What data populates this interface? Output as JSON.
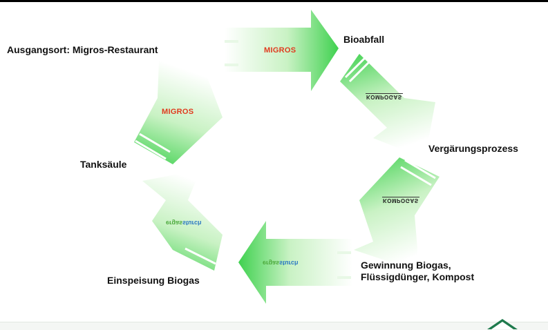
{
  "nodes": {
    "start": "Ausgangsort: Migros-Restaurant",
    "bioabfall": "Bioabfall",
    "vergaerung": "Vergärungsprozess",
    "gewinnung_1": "Gewinnung Biogas,",
    "gewinnung_2": "Flüssigdünger, Kompost",
    "einspeisung": "Einspeisung Biogas",
    "tanksaeule": "Tanksäule"
  },
  "logos": {
    "migros": "MIGROS",
    "kompogas": "KOMPOGAS",
    "naturemade_a": "ergas",
    "naturemade_b": "sturch"
  },
  "colors": {
    "arrow_dark": "#3fd14f",
    "arrow_light": "#ffffff",
    "migros_red": "#e03a1e"
  }
}
